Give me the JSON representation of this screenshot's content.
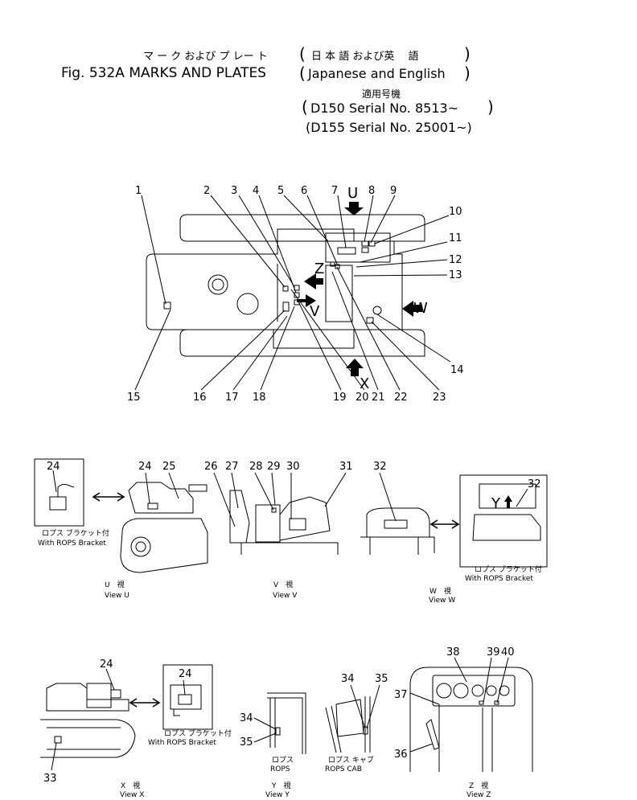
{
  "header": {
    "jp_title": "マ ー ク および プ レー ト",
    "fig_title": "Fig. 532A MARKS AND PLATES",
    "jp_lang": "日 本 語 および英　 語",
    "lang": "Japanese and English",
    "jp_serial": "適用号機",
    "serial1": "D150 Serial No. 8513~",
    "serial2": "(D155 Serial No. 25001~)"
  },
  "main_view": {
    "callouts": [
      "1",
      "2",
      "3",
      "4",
      "5",
      "6",
      "7",
      "8",
      "9",
      "10",
      "11",
      "12",
      "13",
      "14",
      "15",
      "16",
      "17",
      "18",
      "19",
      "20",
      "21",
      "22",
      "23"
    ],
    "view_letters": {
      "u": "U",
      "v": "V",
      "w": "W",
      "x": "X",
      "z": "Z"
    }
  },
  "detail_views": {
    "view_u": {
      "label_jp": "U　視",
      "label": "View U",
      "inset_jp": "ロプス ブラケット付",
      "inset": "With ROPS Bracket",
      "callouts": [
        "24",
        "24",
        "25"
      ]
    },
    "view_v": {
      "label_jp": "V　視",
      "label": "View V",
      "callouts": [
        "26",
        "27",
        "28",
        "29",
        "30",
        "31"
      ]
    },
    "view_w": {
      "label_jp": "W　視",
      "label": "View W",
      "inset_jp": "ロプス ブラケット付",
      "inset": "With ROPS Bracket",
      "letter_y": "Y",
      "callouts": [
        "32",
        "32"
      ]
    },
    "view_x": {
      "label_jp": "X　視",
      "label": "View X",
      "inset_jp": "ロプス ブラケット付",
      "inset": "With ROPS Bracket",
      "callouts": [
        "24",
        "24",
        "33"
      ]
    },
    "view_y": {
      "label_jp": "ロプス",
      "label_en": "ROPS",
      "label2_jp": "Y　視",
      "label2": "View Y",
      "callouts": [
        "34",
        "35"
      ]
    },
    "view_rops_cab": {
      "label_jp": "ロプス キャブ",
      "label_en": "ROPS CAB",
      "callouts": [
        "34",
        "35"
      ]
    },
    "view_z": {
      "label_jp": "Z　視",
      "label": "View Z",
      "callouts": [
        "36",
        "37",
        "38",
        "39",
        "40"
      ]
    }
  }
}
